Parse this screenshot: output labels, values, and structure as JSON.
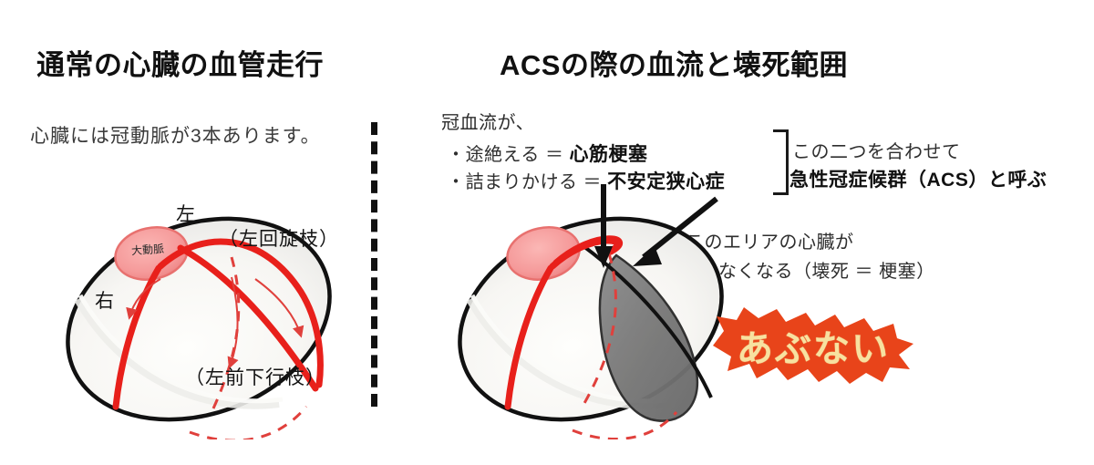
{
  "panels": {
    "left": {
      "title": "通常の心臓の血管走行",
      "lead": "心臓には冠動脈が3本あります。",
      "heart_labels": {
        "top": "左",
        "lcx": "（左回旋枝）",
        "right": "右",
        "lad": "（左前下行枝）",
        "aorta": "大動脈"
      }
    },
    "right": {
      "title": "ACSの際の血流と壊死範囲",
      "flow_heading": "冠血流が、",
      "bullets": [
        {
          "prefix": "・途絶える ＝ ",
          "term": "心筋梗塞"
        },
        {
          "prefix": "・詰まりかける ＝ ",
          "term": "不安定狭心症"
        }
      ],
      "acs_note": {
        "line1": "この二つを合わせて",
        "line2": "急性冠症候群（ACS）と呼ぶ"
      },
      "necrosis_note": {
        "line1": "このエリアの心臓が",
        "line2": "動かなくなる（壊死 ＝ 梗塞）"
      },
      "danger_badge": "あぶない"
    }
  },
  "colors": {
    "artery_red": "#E8201B",
    "dashed_red": "#E0403C",
    "aorta_pink": "#F59A9A",
    "necrosis_gray": "#7B7B7B",
    "badge_fill": "#E8441A",
    "badge_text": "#F7E1A0",
    "outline_black": "#111111",
    "heart_fill": "#F6F5F2"
  }
}
